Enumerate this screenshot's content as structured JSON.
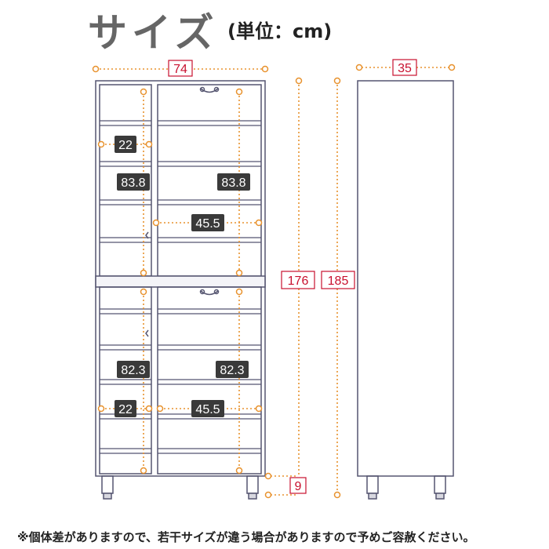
{
  "header": {
    "title": "サイズ",
    "unit": "(単位：cm)"
  },
  "dimensions": {
    "width": "74",
    "depth": "35",
    "height_body": "176",
    "height_total": "185",
    "leg": "9",
    "upper_left_interior_width": "22",
    "upper_left_height": "83.8",
    "upper_right_height": "83.8",
    "upper_right_width": "45.5",
    "lower_left_height": "82.3",
    "lower_right_height": "82.3",
    "lower_left_width": "22",
    "lower_right_width": "45.5"
  },
  "colors": {
    "accent": "#c8102e",
    "dots": "#e8922e",
    "outline": "#555570",
    "label_bg": "#3a3a3a"
  },
  "footnote": "※個体差がありますので、若干サイズが違う場合がありますので予めご容赦ください。"
}
